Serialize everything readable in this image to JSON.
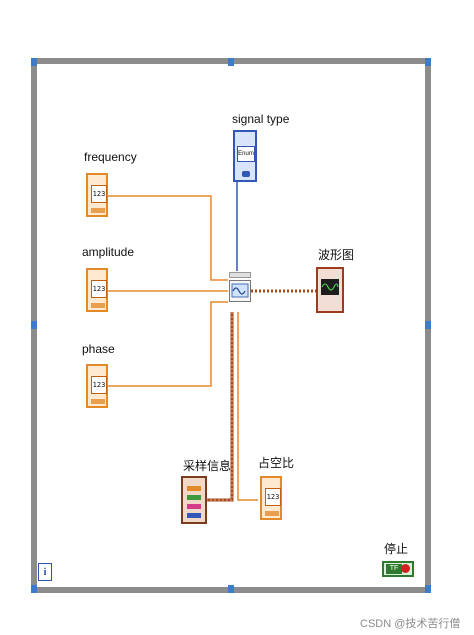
{
  "loop": {
    "iteration_terminal": "i"
  },
  "controls": {
    "frequency": {
      "label": "frequency",
      "display": "123"
    },
    "amplitude": {
      "label": "amplitude",
      "display": "123"
    },
    "phase": {
      "label": "phase",
      "display": "123"
    },
    "signal_type": {
      "label": "signal type",
      "display": "Enum"
    }
  },
  "indicators": {
    "waveform_graph": {
      "label": "波形图"
    },
    "sampling_info": {
      "label": "采样信息"
    },
    "duty_cycle": {
      "label": "占空比",
      "display": "123"
    },
    "stop": {
      "label": "停止",
      "display": "TF"
    }
  },
  "watermark": "CSDN @技术苦行僧",
  "colors": {
    "numeric_wire": "#e58a2b",
    "enum_wire": "#3257b4",
    "waveform_wire": "#a54a1c",
    "loop_border": "#8c8c8c"
  }
}
